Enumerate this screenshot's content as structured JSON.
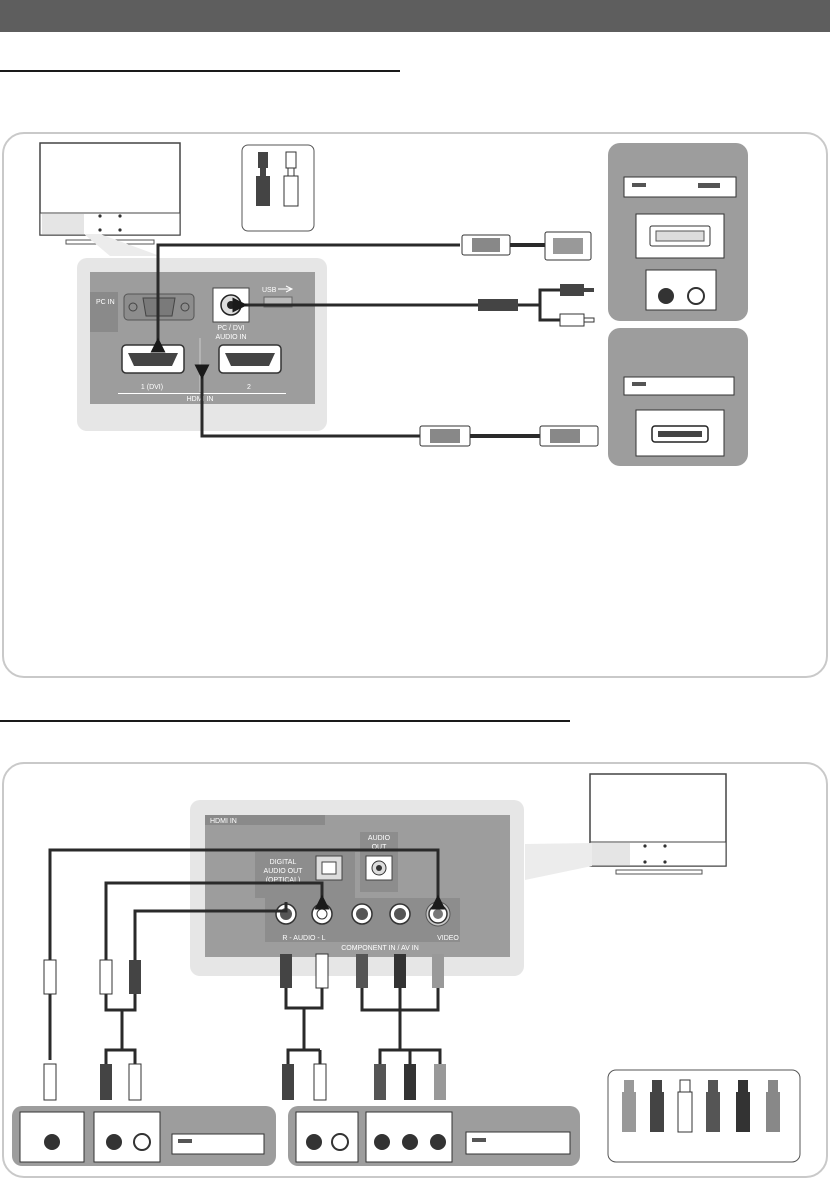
{
  "diagram1": {
    "pc_in_label": "PC IN",
    "usb_label": "USB",
    "audio_in_line1": "PC / DVI",
    "audio_in_line2": "AUDIO IN",
    "hdmi_port1_label": "1 (DVI)",
    "hdmi_port2_label": "2",
    "hdmi_in_label": "HDMI IN"
  },
  "diagram2": {
    "hdmi_in_label": "HDMI IN",
    "audio_out_line1": "AUDIO",
    "audio_out_line2": "OUT",
    "digital_audio_out_line1": "DIGITAL",
    "digital_audio_out_line2": "AUDIO OUT",
    "digital_audio_out_line3": "(OPTICAL)",
    "r_audio_l_label": "R - AUDIO - L",
    "video_label": "VIDEO",
    "component_label": "COMPONENT IN / AV IN"
  },
  "colors": {
    "topbar": "#5e5e5e",
    "panel_border": "#c9c9c9",
    "device_bg": "#9d9d9d",
    "port_panel": "#e6e6e6",
    "cable": "#2a2a2a"
  }
}
